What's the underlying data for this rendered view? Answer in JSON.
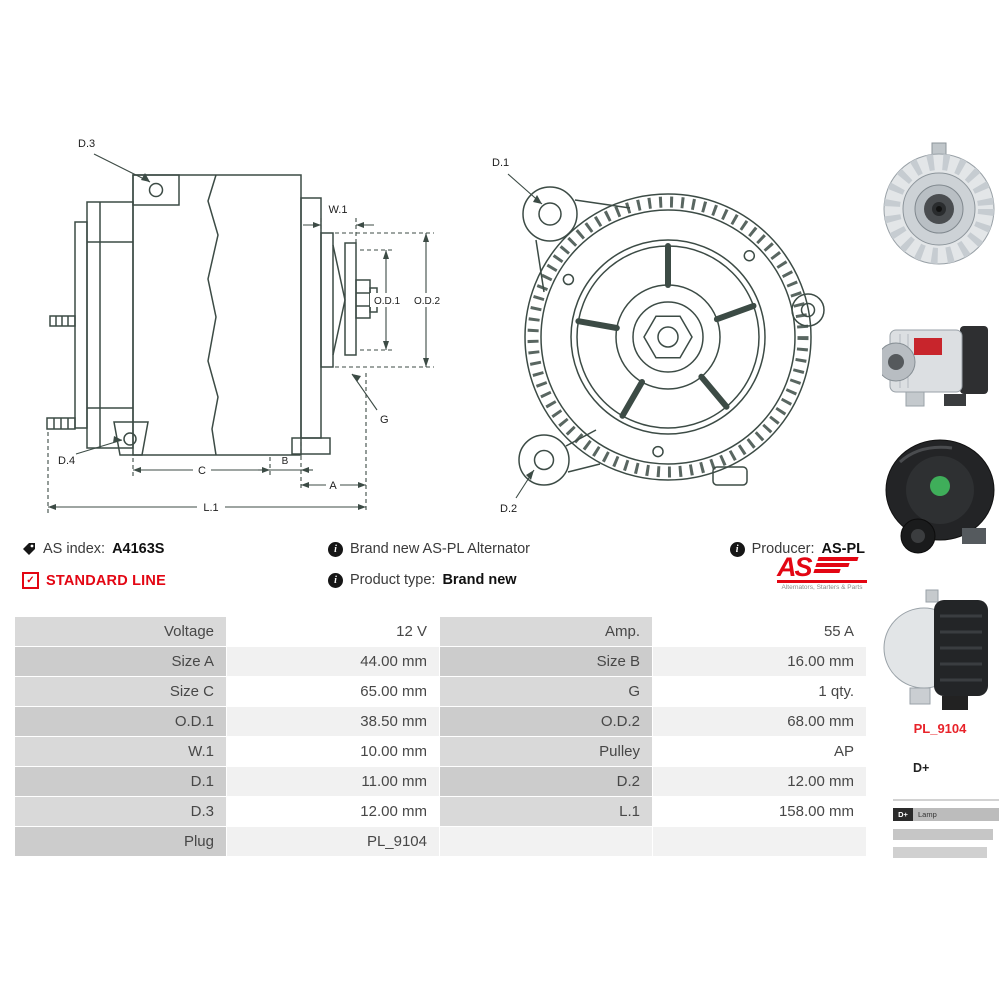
{
  "info_bar": {
    "as_index_label": "AS index:",
    "as_index_value": "A4163S",
    "standard_line_label": "STANDARD LINE",
    "brand_new_text": "Brand new AS-PL Alternator",
    "product_type_label": "Product type:",
    "product_type_value": "Brand new",
    "producer_label": "Producer:",
    "producer_value": "AS-PL"
  },
  "logo": {
    "text": "AS",
    "tagline": "Alternators, Starters & Parts"
  },
  "colors": {
    "accent_red": "#e30613",
    "drawing_stroke": "#3c4b45",
    "table_label_bg": "#d9d9d9",
    "table_label_bg_alt": "#cccccc",
    "table_value_bg": "#ffffff",
    "table_value_bg_alt": "#f1f1f1"
  },
  "diagram_side": {
    "labels": {
      "d3": "D.3",
      "d4": "D.4",
      "w1": "W.1",
      "od1": "O.D.1",
      "od2": "O.D.2",
      "g": "G",
      "c": "C",
      "b": "B",
      "a": "A",
      "l1": "L.1"
    }
  },
  "diagram_front": {
    "labels": {
      "d1": "D.1",
      "d2": "D.2"
    }
  },
  "side_panel": {
    "plug_code": "PL_9104",
    "terminal_label": "D+",
    "connector": {
      "pin": "D+",
      "label": "Lamp"
    }
  },
  "spec_table": {
    "rows": [
      {
        "label1": "Voltage",
        "value1": "12 V",
        "label2": "Amp.",
        "value2": "55 A"
      },
      {
        "label1": "Size A",
        "value1": "44.00 mm",
        "label2": "Size B",
        "value2": "16.00 mm"
      },
      {
        "label1": "Size C",
        "value1": "65.00 mm",
        "label2": "G",
        "value2": "1 qty."
      },
      {
        "label1": "O.D.1",
        "value1": "38.50 mm",
        "label2": "O.D.2",
        "value2": "68.00 mm"
      },
      {
        "label1": "W.1",
        "value1": "10.00 mm",
        "label2": "Pulley",
        "value2": "AP"
      },
      {
        "label1": "D.1",
        "value1": "11.00 mm",
        "label2": "D.2",
        "value2": "12.00 mm"
      },
      {
        "label1": "D.3",
        "value1": "12.00 mm",
        "label2": "L.1",
        "value2": "158.00 mm"
      },
      {
        "label1": "Plug",
        "value1": "PL_9104",
        "label2": "",
        "value2": ""
      }
    ]
  }
}
